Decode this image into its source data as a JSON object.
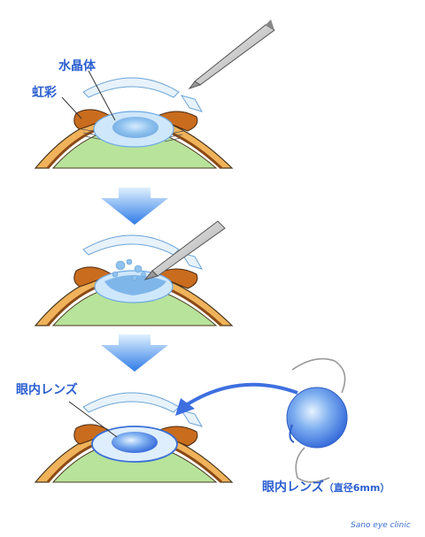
{
  "labels": {
    "crystalline_lens": "水晶体",
    "iris": "虹彩",
    "intraocular_lens": "眼内レンズ",
    "intraocular_lens_with_size": "眼内レンズ",
    "size_note": "（直径6mm）"
  },
  "credit": "Sano eye clinic",
  "colors": {
    "label_text": "#2b5fd0",
    "arrow": "#3d6fe0",
    "cornea": "#e7f2fb",
    "sclera": "#f0b25a",
    "vitreous": "#b8e39a",
    "lens": "#8fc2ee"
  },
  "icons": [
    "down-arrow-icon",
    "pen-probe-icon",
    "curved-arrow-icon"
  ]
}
